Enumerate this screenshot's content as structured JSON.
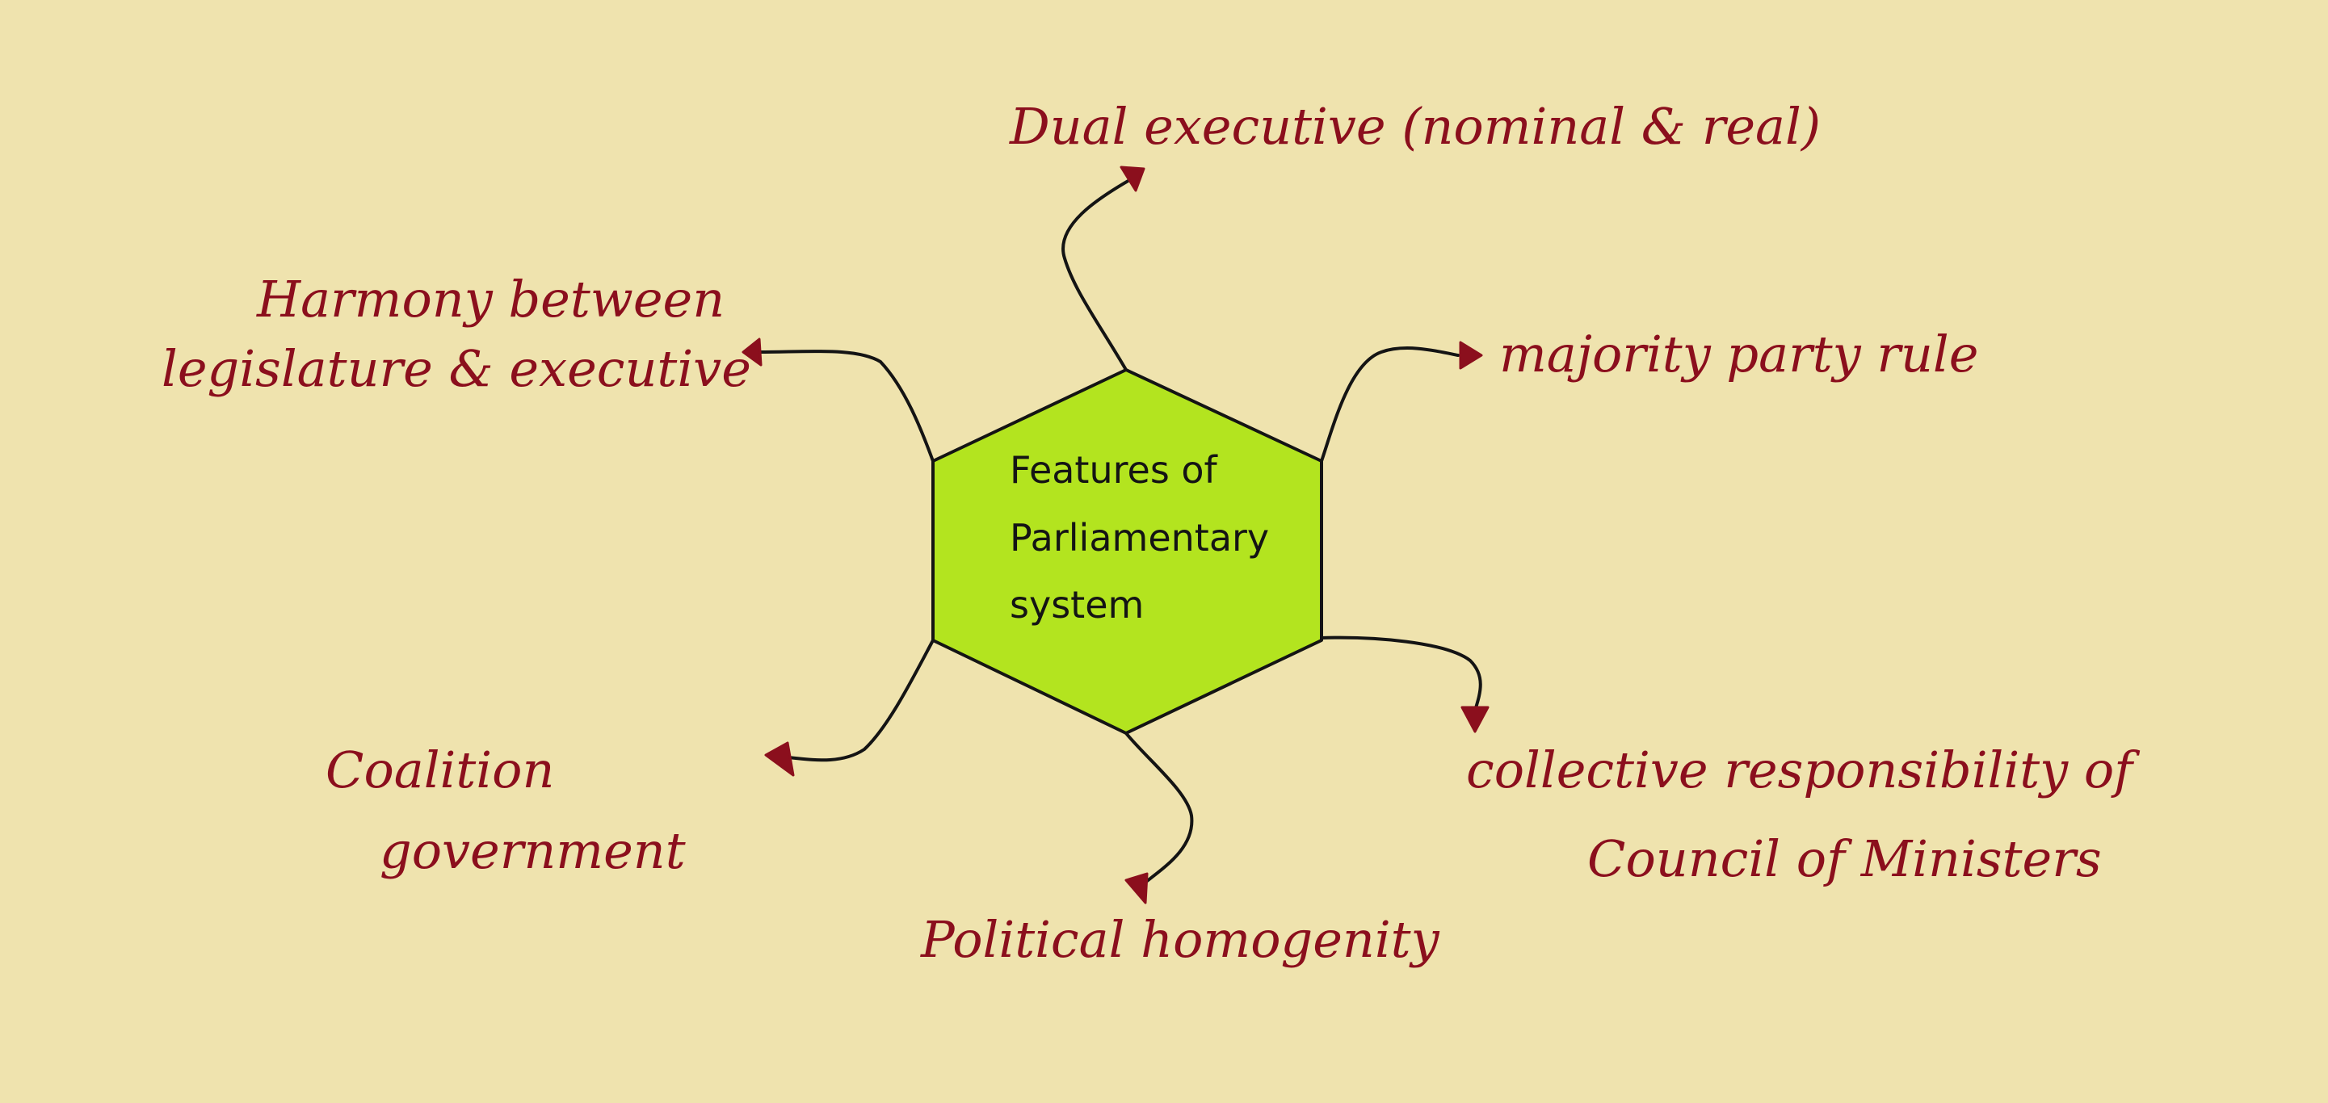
{
  "center": {
    "line1": "Features of",
    "line2": "Parliamentary",
    "line3": "system",
    "fill_color": "#b3e41f"
  },
  "features": {
    "dual_executive": "Dual executive (nominal & real)",
    "harmony_line1": "Harmony between",
    "harmony_line2": "legislature & executive",
    "majority_rule": "majority party rule",
    "coalition_line1": "Coalition",
    "coalition_line2": "government",
    "collective_line1": "collective responsibility of",
    "collective_line2": "Council of Ministers",
    "political_homogeneity": "Political homogenity"
  },
  "colors": {
    "background": "#efe3ae",
    "text": "#8b0f1d",
    "outline": "#141414"
  }
}
